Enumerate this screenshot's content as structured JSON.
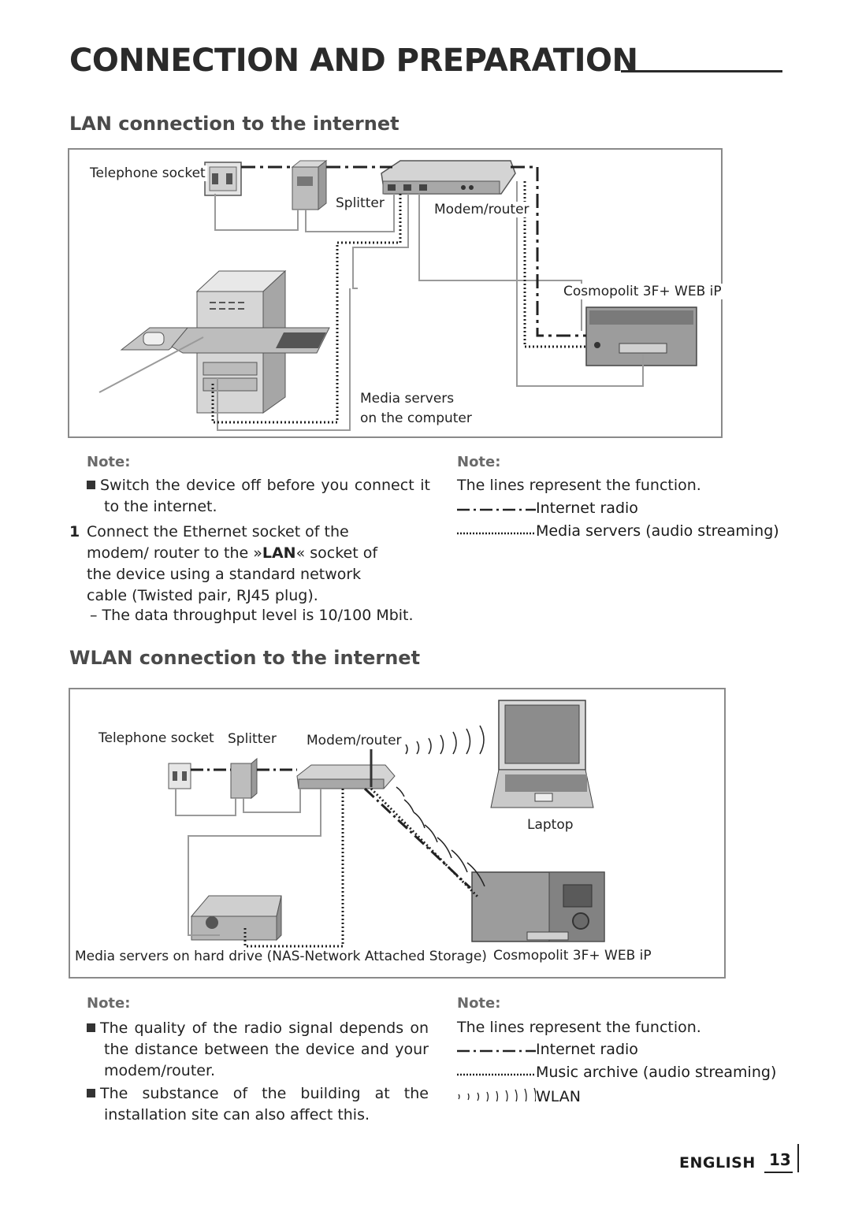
{
  "page": {
    "title": "CONNECTION AND PREPARATION",
    "language": "ENGLISH",
    "page_number": "13"
  },
  "lan": {
    "heading": "LAN connection to the internet",
    "figure": {
      "telephone_socket": "Telephone socket",
      "splitter": "Splitter",
      "modem_router": "Modem/router",
      "device": "Cosmopolit 3F+ WEB iP",
      "media_servers_line1": "Media servers",
      "media_servers_line2": "on the computer"
    },
    "note_left": {
      "heading": "Note:",
      "bullet": "Switch the device off before you connect it to the internet.",
      "step_number": "1",
      "step_before": "Connect the Ethernet socket of the modem/ router to the »",
      "step_bold": "LAN",
      "step_after": "« socket of the device using a standard  network cable (Twisted pair, RJ45 plug).",
      "sub": "– The data throughput level is 10/100 Mbit."
    },
    "note_right": {
      "heading": "Note:",
      "intro": "The lines represent the function.",
      "legend_internet": "Internet radio",
      "legend_media": "Media servers (audio streaming)"
    }
  },
  "wlan": {
    "heading": "WLAN connection to the internet",
    "figure": {
      "telephone_socket": "Telephone socket",
      "splitter": "Splitter",
      "modem_router": "Modem/router",
      "laptop": "Laptop",
      "media_servers": "Media servers on hard drive (NAS-Network Attached Storage)",
      "device": "Cosmopolit 3F+ WEB iP"
    },
    "note_left": {
      "heading": "Note:",
      "bullet1": "The quality of the radio signal depends on the distance between the device and your modem/router.",
      "bullet2": "The substance of the building at the installation site can also affect this."
    },
    "note_right": {
      "heading": "Note:",
      "intro": "The lines represent the function.",
      "legend_internet": "Internet radio",
      "legend_music": "Music archive (audio streaming)",
      "legend_wlan": "WLAN"
    }
  }
}
